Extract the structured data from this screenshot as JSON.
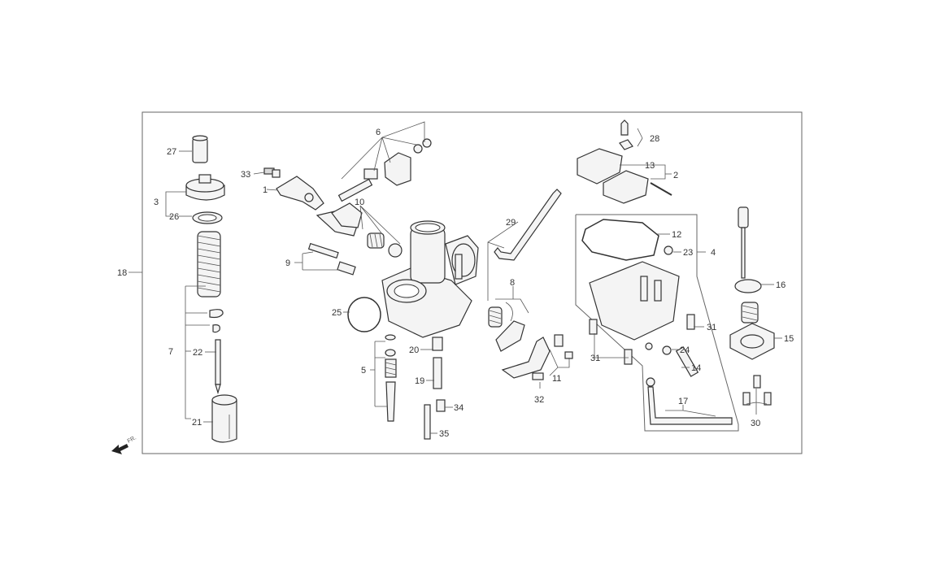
{
  "callouts": [
    "1",
    "2",
    "3",
    "4",
    "5",
    "6",
    "7",
    "8",
    "9",
    "10",
    "11",
    "12",
    "13",
    "14",
    "15",
    "16",
    "17",
    "18",
    "19",
    "20",
    "21",
    "22",
    "23",
    "24",
    "25",
    "26",
    "27",
    "28",
    "29",
    "30",
    "31",
    "31",
    "32",
    "33",
    "34",
    "35"
  ],
  "front_indicator": "FR."
}
